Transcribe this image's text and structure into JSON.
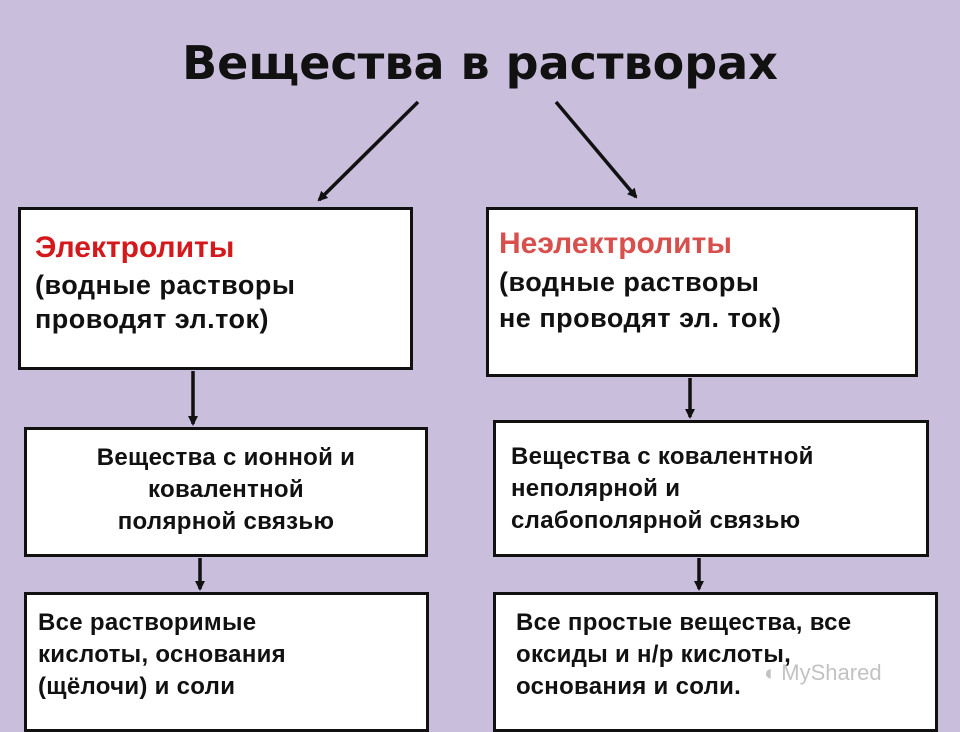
{
  "title": "Вещества в растворах",
  "left": {
    "heading": "Электролиты",
    "description": [
      "(водные растворы",
      "проводят эл.ток)"
    ],
    "bond_type": [
      "Вещества с ионной и",
      "ковалентной",
      "полярной связью"
    ],
    "examples": [
      "Все растворимые",
      "кислоты, основания",
      "(щёлочи) и соли"
    ]
  },
  "right": {
    "heading": "Неэлектролиты",
    "description": [
      "(водные растворы",
      "не проводят эл. ток)"
    ],
    "bond_type": [
      "Вещества с ковалентной",
      "неполярной и",
      "слабополярной связью"
    ],
    "examples": [
      "Все простые вещества, все",
      "оксиды и н/р кислоты,",
      "основания и соли."
    ]
  },
  "colors": {
    "background": "#c9bedb",
    "heading_left": "#d4191d",
    "heading_right": "#d8504e"
  },
  "watermark": "MyShared"
}
